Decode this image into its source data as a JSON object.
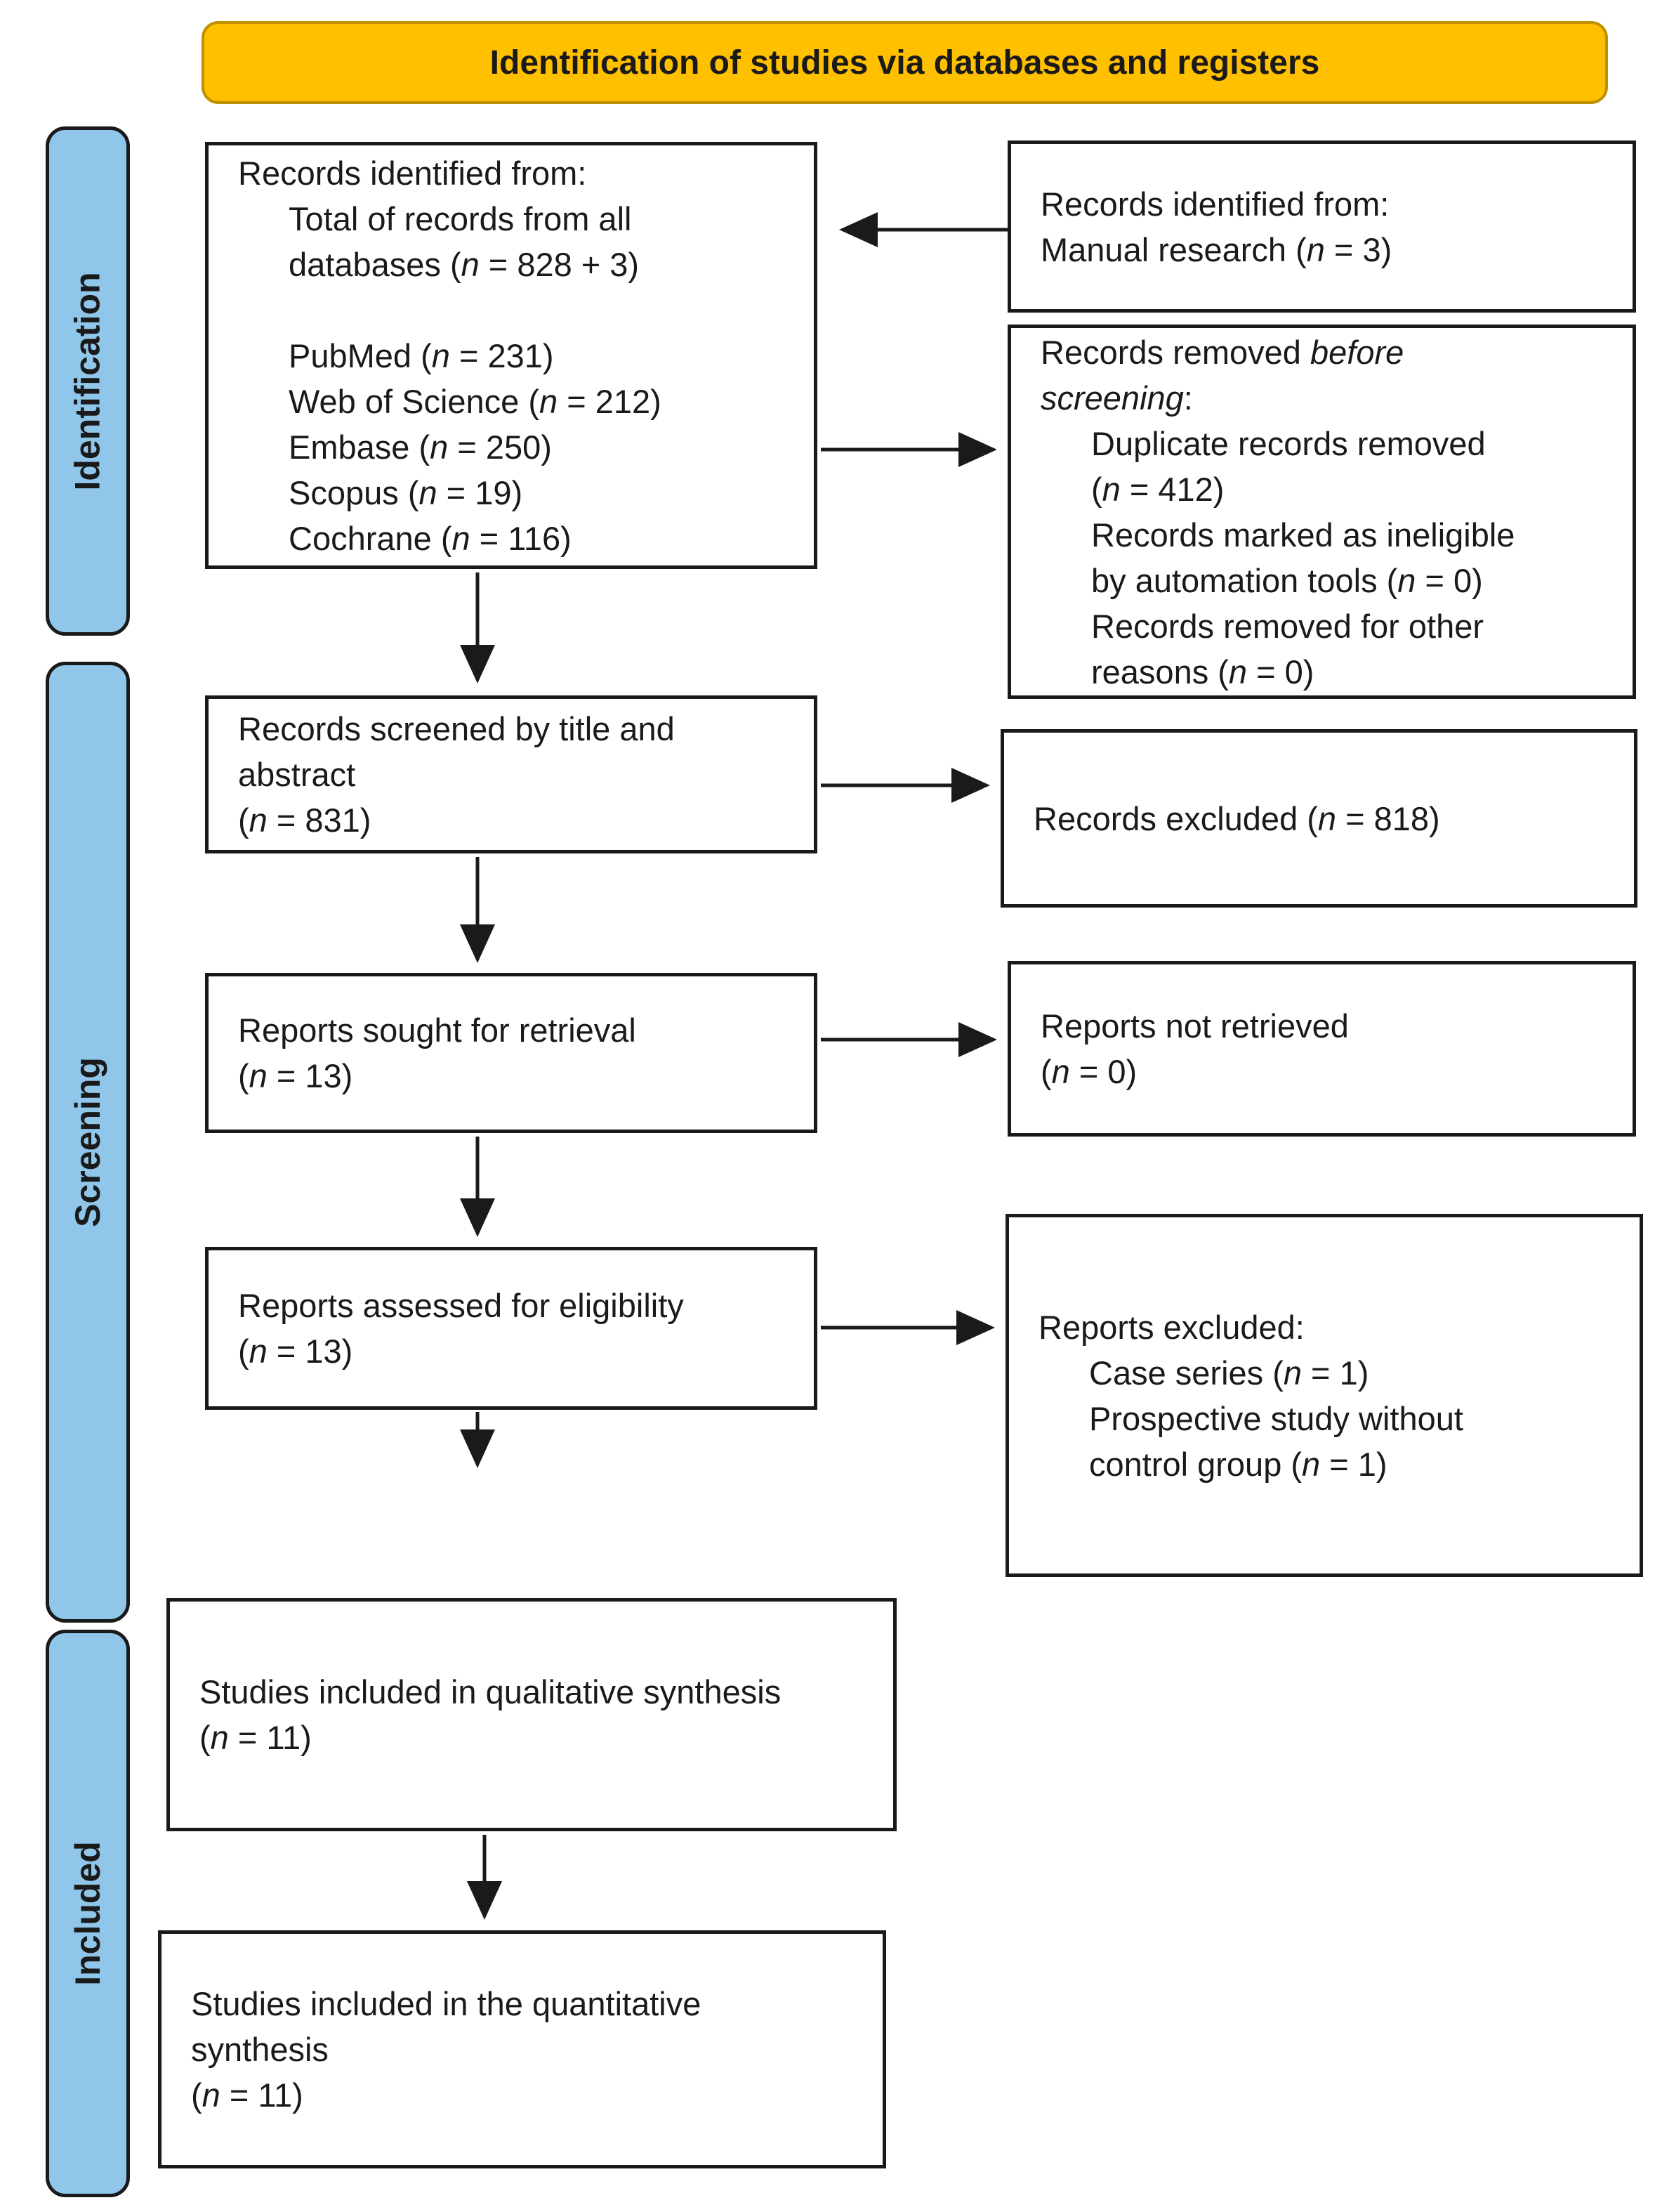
{
  "title": "Identification of studies via databases and registers",
  "colors": {
    "banner_fill": "#FFC000",
    "banner_border": "#BF9000",
    "stage_fill": "#8FC6E9",
    "ink": "#1A1A1A"
  },
  "stages": [
    {
      "label": "Identification"
    },
    {
      "label": "Screening"
    },
    {
      "label": "Included"
    }
  ],
  "boxes": {
    "records_identified": {
      "lines": [
        {
          "text": "Records identified from:",
          "indent": false
        },
        {
          "text": "Total of records from all",
          "indent": true
        },
        {
          "text": "databases (*n* = 828 + 3)",
          "indent": true
        },
        {
          "text": "",
          "indent": true
        },
        {
          "text": "PubMed (*n* = 231)",
          "indent": true
        },
        {
          "text": "Web of Science (*n* = 212)",
          "indent": true
        },
        {
          "text": "Embase (*n* = 250)",
          "indent": true
        },
        {
          "text": "Scopus (*n* = 19)",
          "indent": true
        },
        {
          "text": "Cochrane (*n* = 116)",
          "indent": true
        }
      ]
    },
    "manual_research": {
      "lines": [
        {
          "text": "Records identified from:",
          "indent": false
        },
        {
          "text": "Manual research (*n* = 3)",
          "indent": false
        }
      ]
    },
    "removed_before_screening": {
      "lines": [
        {
          "text": "Records removed *before*",
          "indent": false
        },
        {
          "text": "*screening*:",
          "indent": false
        },
        {
          "text": "Duplicate records removed",
          "indent": true
        },
        {
          "text": "(*n* = 412)",
          "indent": true
        },
        {
          "text": "Records marked as ineligible",
          "indent": true
        },
        {
          "text": "by automation tools (*n* = 0)",
          "indent": true
        },
        {
          "text": "Records removed for other",
          "indent": true
        },
        {
          "text": "reasons (*n* = 0)",
          "indent": true
        }
      ]
    },
    "records_screened": {
      "lines": [
        {
          "text": "Records screened by title and",
          "indent": false
        },
        {
          "text": "abstract",
          "indent": false
        },
        {
          "text": "(*n* = 831)",
          "indent": false
        }
      ]
    },
    "records_excluded": {
      "lines": [
        {
          "text": "Records excluded (*n* = 818)",
          "indent": false
        }
      ]
    },
    "reports_sought": {
      "lines": [
        {
          "text": "Reports sought for retrieval",
          "indent": false
        },
        {
          "text": "(*n* = 13)",
          "indent": false
        }
      ]
    },
    "reports_not_retrieved": {
      "lines": [
        {
          "text": "Reports not retrieved",
          "indent": false
        },
        {
          "text": "(*n* = 0)",
          "indent": false
        }
      ]
    },
    "reports_assessed": {
      "lines": [
        {
          "text": "Reports assessed for eligibility",
          "indent": false
        },
        {
          "text": "(*n* = 13)",
          "indent": false
        }
      ]
    },
    "reports_excluded": {
      "lines": [
        {
          "text": "Reports excluded:",
          "indent": false
        },
        {
          "text": "Case series (*n* = 1)",
          "indent": true
        },
        {
          "text": "Prospective study without",
          "indent": true
        },
        {
          "text": "control group (*n* = 1)",
          "indent": true
        }
      ]
    },
    "qualitative_synthesis": {
      "lines": [
        {
          "text": "Studies included in qualitative synthesis",
          "indent": false
        },
        {
          "text": "(*n* = 11)",
          "indent": false
        }
      ]
    },
    "quantitative_synthesis": {
      "lines": [
        {
          "text": "Studies included in the quantitative",
          "indent": false
        },
        {
          "text": "synthesis",
          "indent": false
        },
        {
          "text": "(*n* = 11)",
          "indent": false
        }
      ]
    }
  }
}
